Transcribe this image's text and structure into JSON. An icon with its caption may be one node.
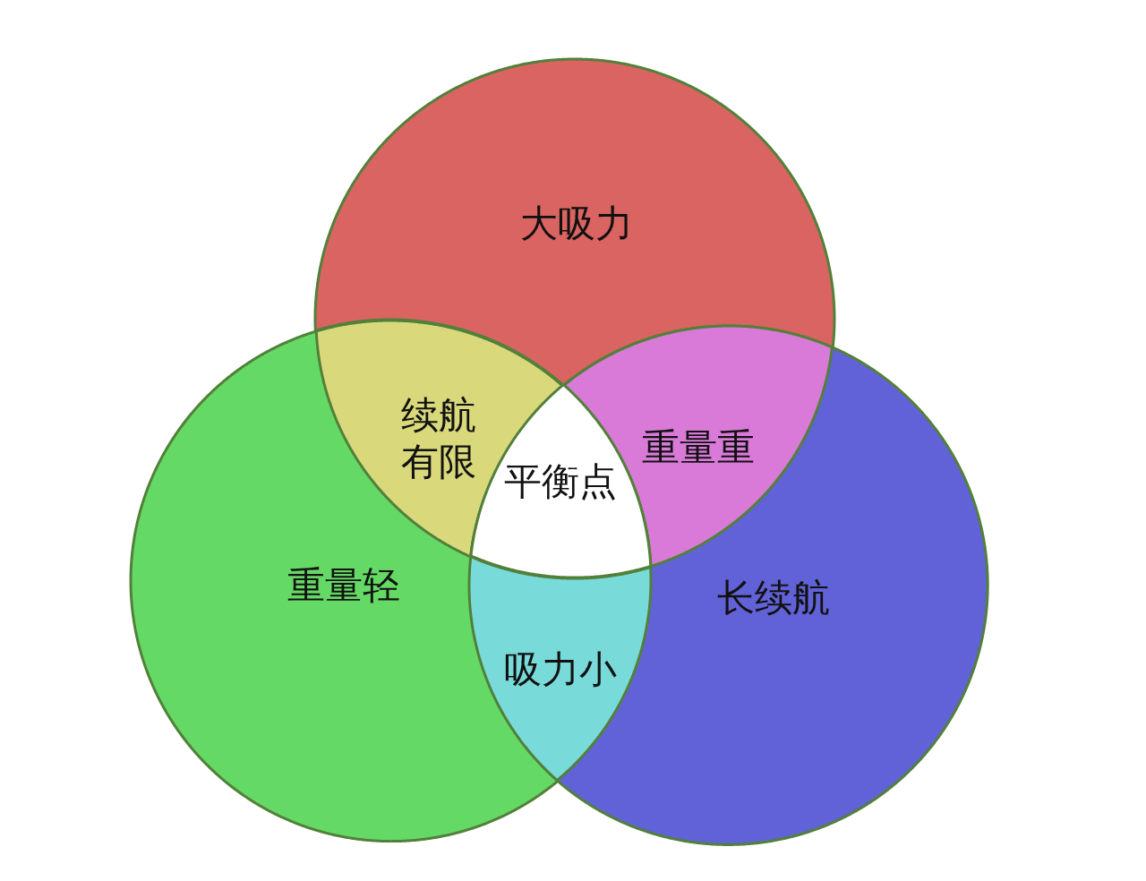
{
  "diagram": {
    "nodes": [
      {
        "text": [
          "大吸力"
        ]
      },
      {
        "text": [
          "续航有限"
        ]
      },
      {
        "text": [
          "重量重"
        ]
      },
      {
        "text": [
          "平衡点"
        ]
      },
      {
        "text": [
          "重量轻"
        ]
      },
      {
        "text": [
          "长续航"
        ]
      },
      {
        "text": [
          "吸力小"
        ]
      }
    ]
  }
}
